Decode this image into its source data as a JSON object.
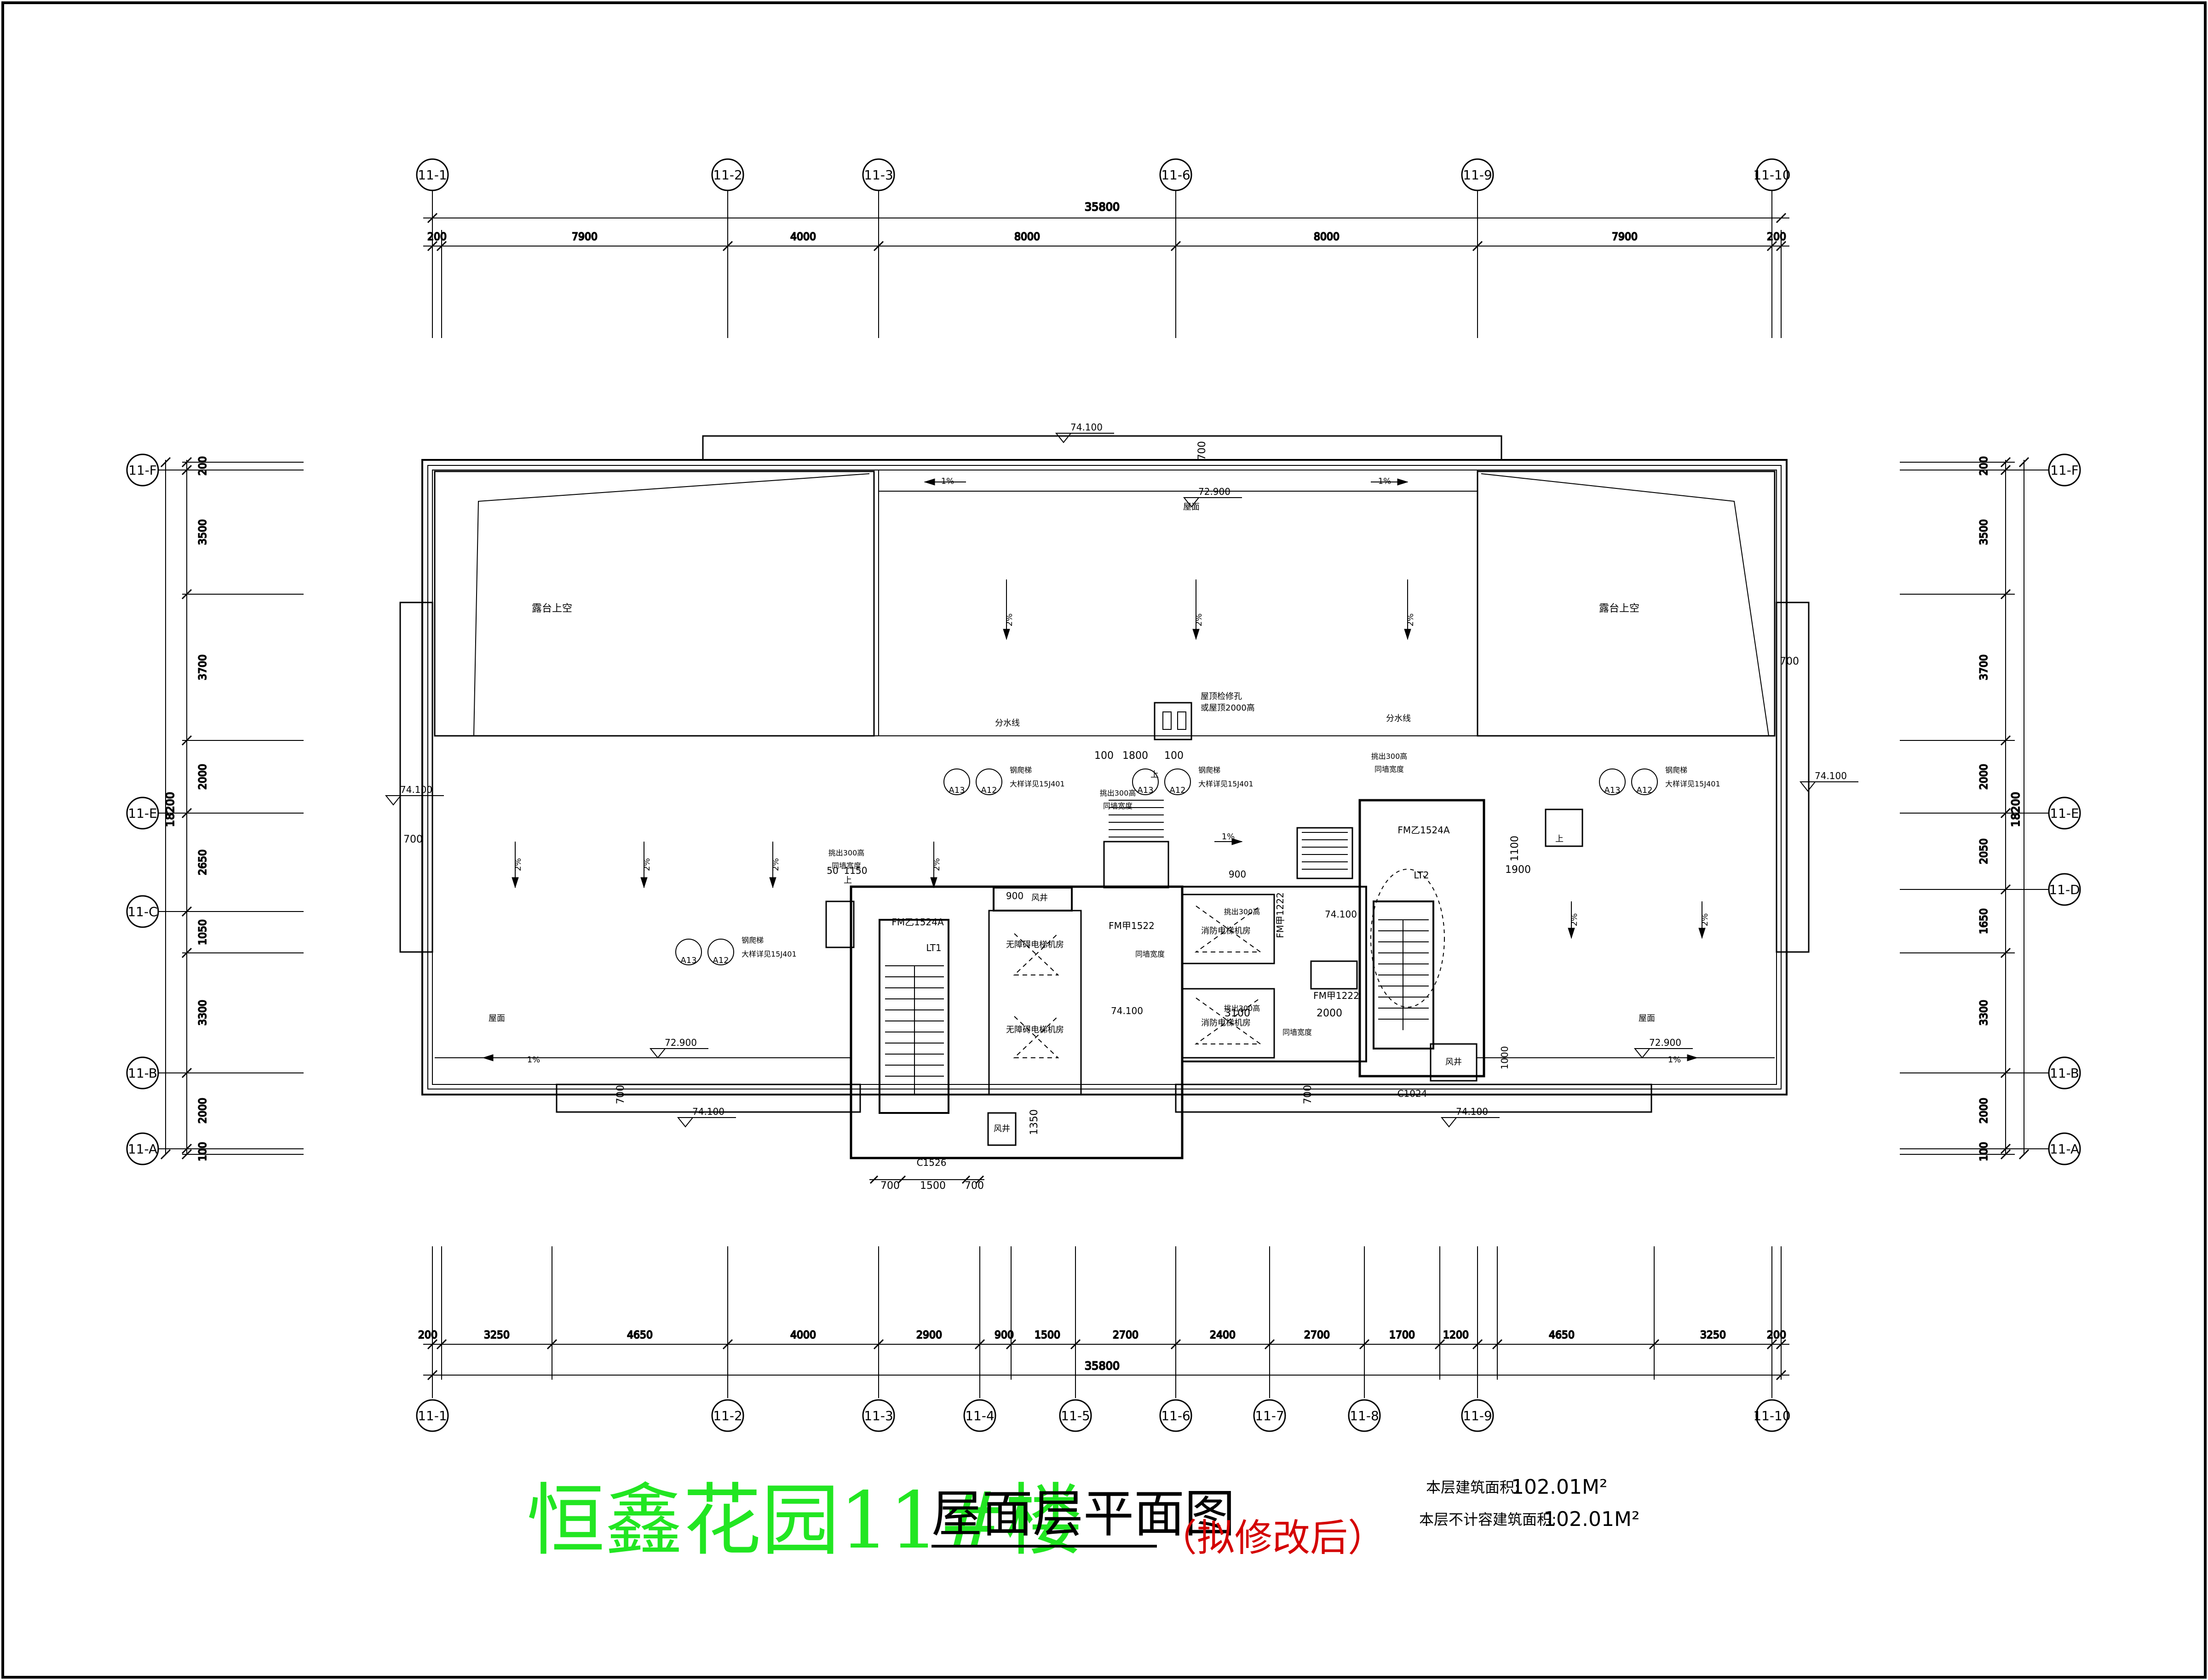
{
  "drawing": {
    "project_title": "恒鑫花园11#楼",
    "sheet_title": "屋面层平面图",
    "note": "（拟修改后）",
    "colors": {
      "project_title": "#22e622",
      "note": "#d40000",
      "lines": "#000000"
    },
    "area_label_1": "本层建筑面积:",
    "area_value_1": "102.01M²",
    "area_label_2": "本层不计容建筑面积:",
    "area_value_2": "102.01M²"
  },
  "axes": {
    "top": [
      "11-1",
      "11-2",
      "11-3",
      "11-6",
      "11-9",
      "11-10"
    ],
    "bottom": [
      "11-1",
      "11-2",
      "11-3",
      "11-4",
      "11-5",
      "11-6",
      "11-7",
      "11-8",
      "11-9",
      "11-10"
    ],
    "left": [
      "11-F",
      "11-E",
      "11-C",
      "11-B",
      "11-A"
    ],
    "right": [
      "11-F",
      "11-E",
      "11-D",
      "11-B",
      "11-A"
    ]
  },
  "dimensions": {
    "top_total": "35800",
    "top_segments": [
      "200",
      "7900",
      "4000",
      "8000",
      "8000",
      "7900",
      "200"
    ],
    "bottom_segments": [
      "200",
      "3250",
      "4650",
      "4000",
      "2900",
      "900",
      "1500",
      "2700",
      "2400",
      "2700",
      "1700",
      "1200",
      "4650",
      "3250",
      "200"
    ],
    "bottom_total": "35800",
    "left_total": "18200",
    "left_segments": [
      "200",
      "3500",
      "3700",
      "2000",
      "2650",
      "1050",
      "3300",
      "2000",
      "100"
    ],
    "right_total": "18200",
    "right_segments": [
      "200",
      "3500",
      "3700",
      "2000",
      "2050",
      "1650",
      "3300",
      "2000",
      "100"
    ],
    "window_segments": [
      "700",
      "1500",
      "700"
    ]
  },
  "labels": {
    "elev_top": "74.100",
    "roof_elev": "72.900",
    "roof": "屋面",
    "terrace_void": "露台上空",
    "divide_line": "分水线",
    "slope": "1%",
    "slope_2": "2%",
    "hatch_note": "屋顶检修孔",
    "hatch_note_2": "或屋顶2000高",
    "door_1": "FM乙1524A",
    "door_2": "FM甲1522",
    "door_3": "FM甲1222",
    "door_4": "FM甲1222",
    "window_1": "C1526",
    "window_2": "C1024",
    "lt1": "LT1",
    "lt2": "LT2",
    "shaft": "风井",
    "machine_room": "无障碍电梯机房",
    "fire_machine_room": "消防电梯机房",
    "elev_local": "74.100",
    "d700": "700",
    "d1800": "1800",
    "d100": "100",
    "d900": "900",
    "d3100": "3100",
    "d2000": "2000",
    "d1350": "1350",
    "d1900": "1900",
    "d1100": "1100",
    "d1150": "1150",
    "d50": "50",
    "d1000": "1000",
    "ladder": "钢爬梯",
    "ladder_ref": "大样详见15J401",
    "tag_a12": "A12",
    "tag_a13": "A13",
    "parapet": "挑出300高",
    "railing": "同墙宽度",
    "up": "上"
  }
}
